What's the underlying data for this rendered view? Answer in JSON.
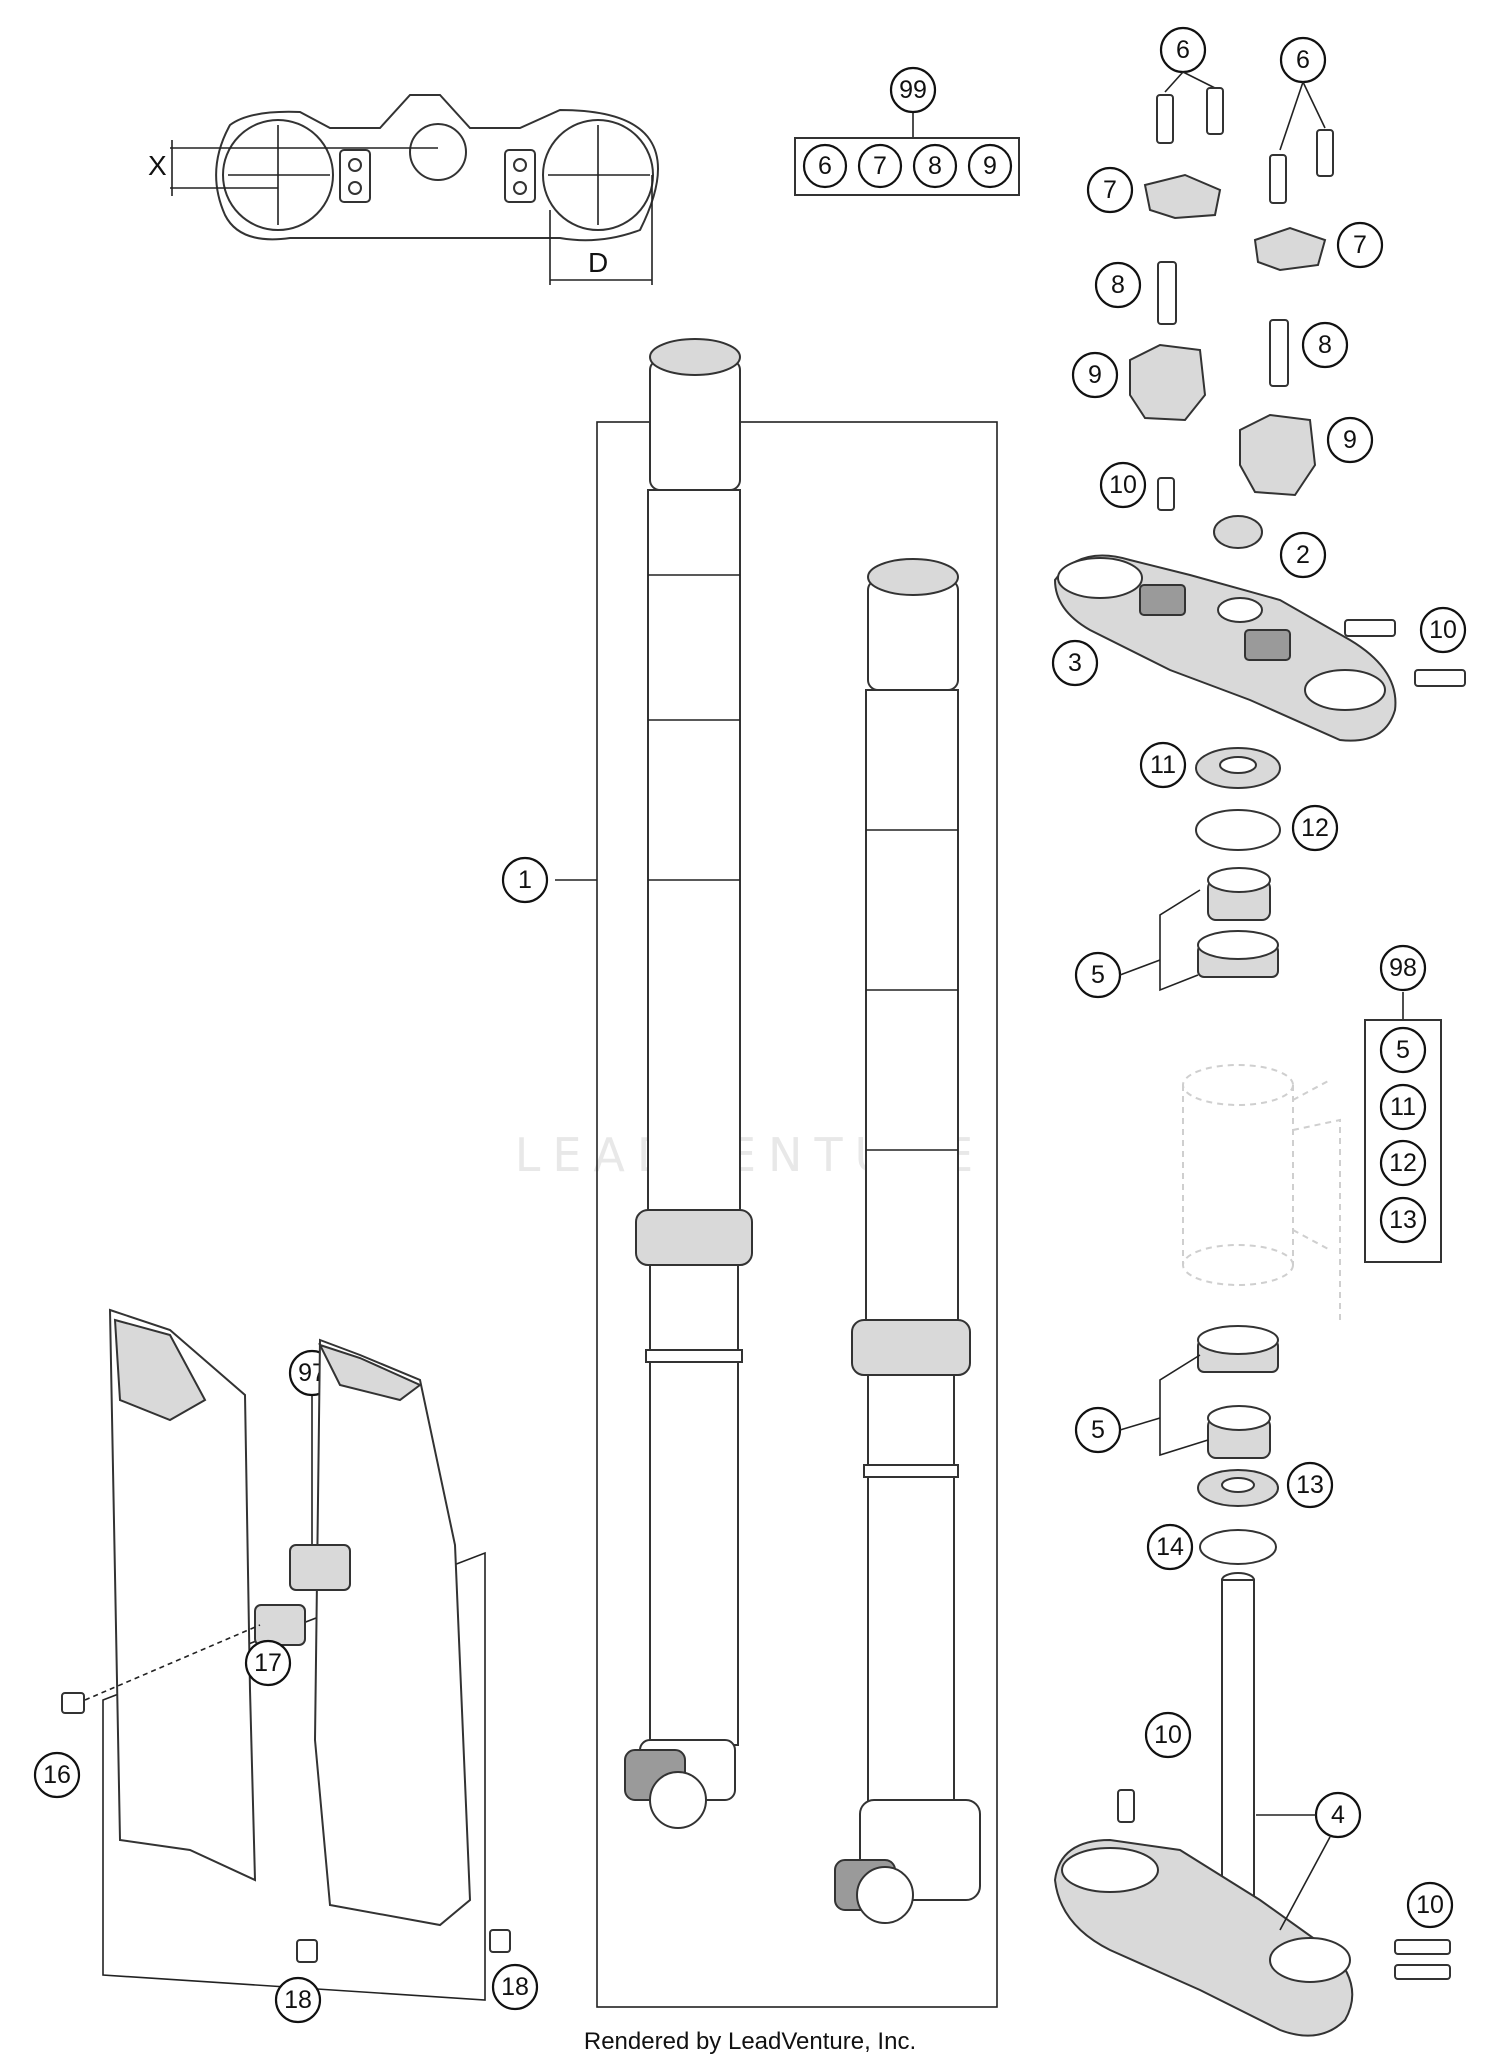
{
  "dimension_labels": {
    "x": "X",
    "d": "D"
  },
  "watermark": "LEADVENTURE",
  "credit": "Rendered by LeadVenture, Inc.",
  "callouts": {
    "p1": "1",
    "p2": "2",
    "p3": "3",
    "p4": "4",
    "p5a": "5",
    "p5b": "5",
    "p6a": "6",
    "p6b": "6",
    "p7a": "7",
    "p7b": "7",
    "p8a": "8",
    "p8b": "8",
    "p9a": "9",
    "p9b": "9",
    "p10a": "10",
    "p10b": "10",
    "p10c": "10",
    "p10d": "10",
    "p11": "11",
    "p12": "12",
    "p13": "13",
    "p14": "14",
    "p16": "16",
    "p17": "17",
    "p18a": "18",
    "p18b": "18",
    "p97": "97",
    "p98": "98",
    "p99": "99"
  },
  "kit_99": {
    "items": [
      "6",
      "7",
      "8",
      "9"
    ]
  },
  "kit_98": {
    "items": [
      "5",
      "11",
      "12",
      "13"
    ]
  }
}
